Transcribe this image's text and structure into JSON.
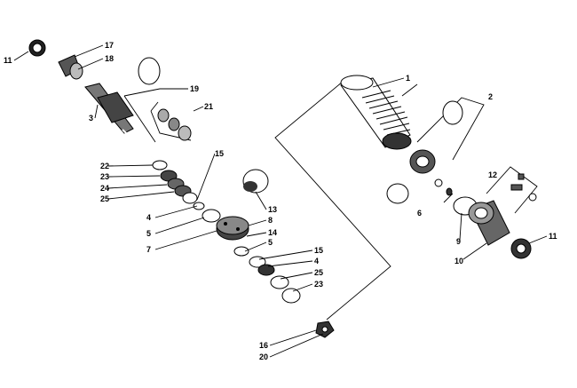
{
  "callouts": {
    "c1": "1",
    "c2": "2",
    "c3": "3",
    "c4a": "4",
    "c4b": "4",
    "c5a": "5",
    "c5b": "5",
    "c6": "6",
    "c7": "7",
    "c8": "8",
    "c9": "9",
    "c10": "10",
    "c11a": "11",
    "c11b": "11",
    "c12": "12",
    "c13": "13",
    "c14": "14",
    "c15a": "15",
    "c15b": "15",
    "c16": "16",
    "c17": "17",
    "c18": "18",
    "c19": "19",
    "c20": "20",
    "c21": "21",
    "c22": "22",
    "c23a": "23",
    "c23b": "23",
    "c24": "24",
    "c25a": "25",
    "c25b": "25"
  }
}
